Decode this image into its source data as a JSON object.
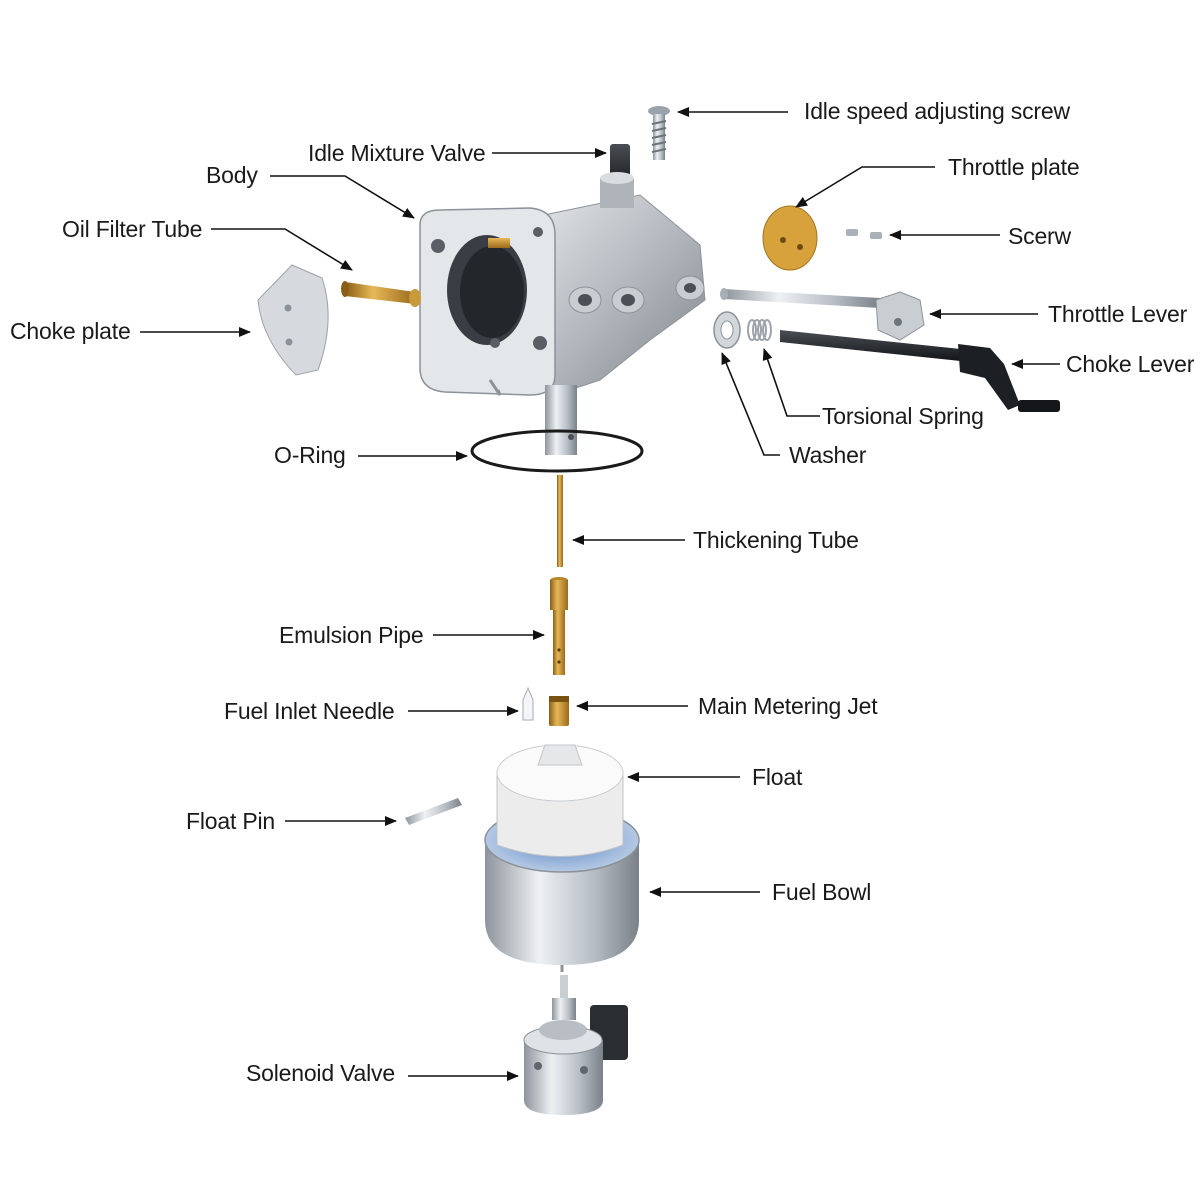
{
  "labels": {
    "idle_speed_screw": "Idle speed adjusting screw",
    "idle_mixture_valve": "Idle Mixture Valve",
    "body": "Body",
    "throttle_plate": "Throttle plate",
    "oil_filter_tube": "Oil Filter Tube",
    "screw": "Scerw",
    "choke_plate": "Choke plate",
    "throttle_lever": "Throttle Lever",
    "choke_lever": "Choke Lever",
    "torsional_spring": "Torsional Spring",
    "washer": "Washer",
    "o_ring": "O-Ring",
    "thickening_tube": "Thickening Tube",
    "emulsion_pipe": "Emulsion Pipe",
    "fuel_inlet_needle": "Fuel Inlet Needle",
    "main_metering_jet": "Main Metering Jet",
    "float": "Float",
    "float_pin": "Float Pin",
    "fuel_bowl": "Fuel Bowl",
    "solenoid_valve": "Solenoid Valve"
  },
  "colors": {
    "brass": "#c9962f",
    "aluminum": "#b9bec4",
    "steel": "#d6dbe0",
    "black_part": "#1f2226",
    "float_white": "#f2f2f2",
    "leader": "#111111"
  }
}
